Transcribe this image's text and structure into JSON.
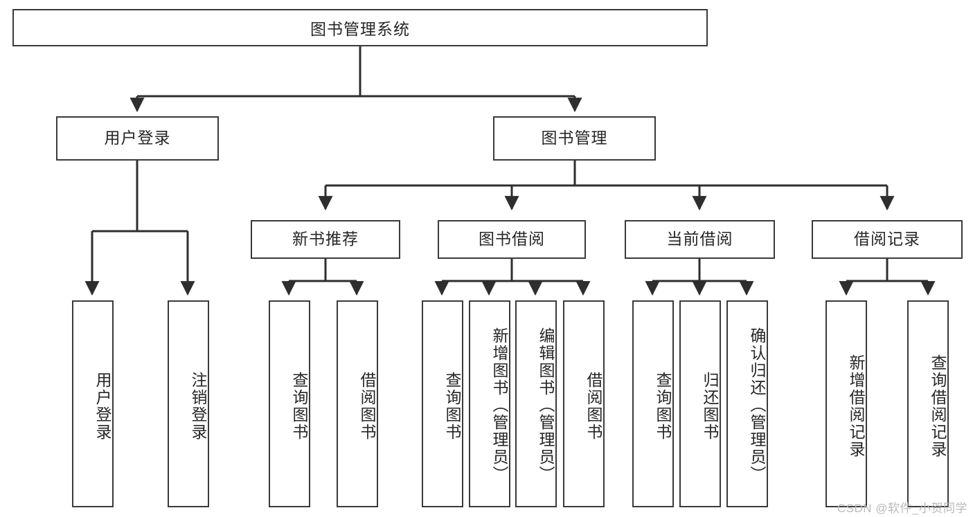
{
  "diagram": {
    "title": "图书管理系统",
    "type": "tree-hierarchy-diagram",
    "watermark": "CSDN @软件_小贺同学",
    "colors": {
      "box_border": "#3a3a3a",
      "box_fill": "#ffffff",
      "connector": "#2e2e2e",
      "text": "#262626",
      "watermark": "#b9b9b9",
      "background": "#ffffff"
    },
    "nodes": {
      "root": {
        "label": "图书管理系统"
      },
      "level2": [
        {
          "id": "user-login",
          "label": "用户登录"
        },
        {
          "id": "book-manage",
          "label": "图书管理"
        }
      ],
      "level3": [
        {
          "id": "new-book-recommend",
          "label": "新书推荐"
        },
        {
          "id": "book-borrow",
          "label": "图书借阅"
        },
        {
          "id": "current-borrow",
          "label": "当前借阅"
        },
        {
          "id": "borrow-record",
          "label": "借阅记录"
        }
      ],
      "leaves": {
        "user_login": [
          {
            "id": "leaf-user-login",
            "label": "用户登录"
          },
          {
            "id": "leaf-logout",
            "label": "注销登录"
          }
        ],
        "new_book_recommend": [
          {
            "id": "leaf-query-book-1",
            "label": "查询图书"
          },
          {
            "id": "leaf-borrow-book-1",
            "label": "借阅图书"
          }
        ],
        "book_borrow": [
          {
            "id": "leaf-query-book-2",
            "label": "查询图书"
          },
          {
            "id": "leaf-add-book",
            "label": "新增图书（管理员）"
          },
          {
            "id": "leaf-edit-book",
            "label": "编辑图书（管理员）"
          },
          {
            "id": "leaf-borrow-book-2",
            "label": "借阅图书"
          }
        ],
        "current_borrow": [
          {
            "id": "leaf-query-book-3",
            "label": "查询图书"
          },
          {
            "id": "leaf-return-book",
            "label": "归还图书"
          },
          {
            "id": "leaf-confirm-return",
            "label": "确认归还（管理员）"
          }
        ],
        "borrow_record": [
          {
            "id": "leaf-add-record",
            "label": "新增借阅记录"
          },
          {
            "id": "leaf-query-record",
            "label": "查询借阅记录"
          }
        ]
      }
    }
  }
}
